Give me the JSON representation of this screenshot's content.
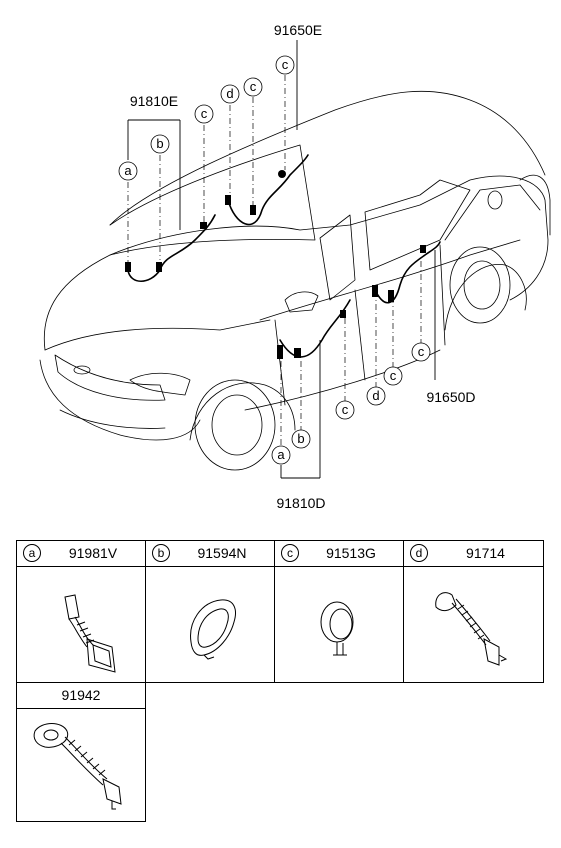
{
  "callouts": {
    "a": "a",
    "b": "b",
    "c": "c",
    "d": "d"
  },
  "part_labels": {
    "front_door_harness": "91810E",
    "rear_door_harness_left": "91650E",
    "front_door_harness_right": "91810D",
    "rear_door_harness_right": "91650D"
  },
  "legend": [
    {
      "letter": "a",
      "part_no": "91981V"
    },
    {
      "letter": "b",
      "part_no": "91594N"
    },
    {
      "letter": "c",
      "part_no": "91513G"
    },
    {
      "letter": "d",
      "part_no": "91714"
    },
    {
      "letter": "",
      "part_no": "91942"
    }
  ]
}
